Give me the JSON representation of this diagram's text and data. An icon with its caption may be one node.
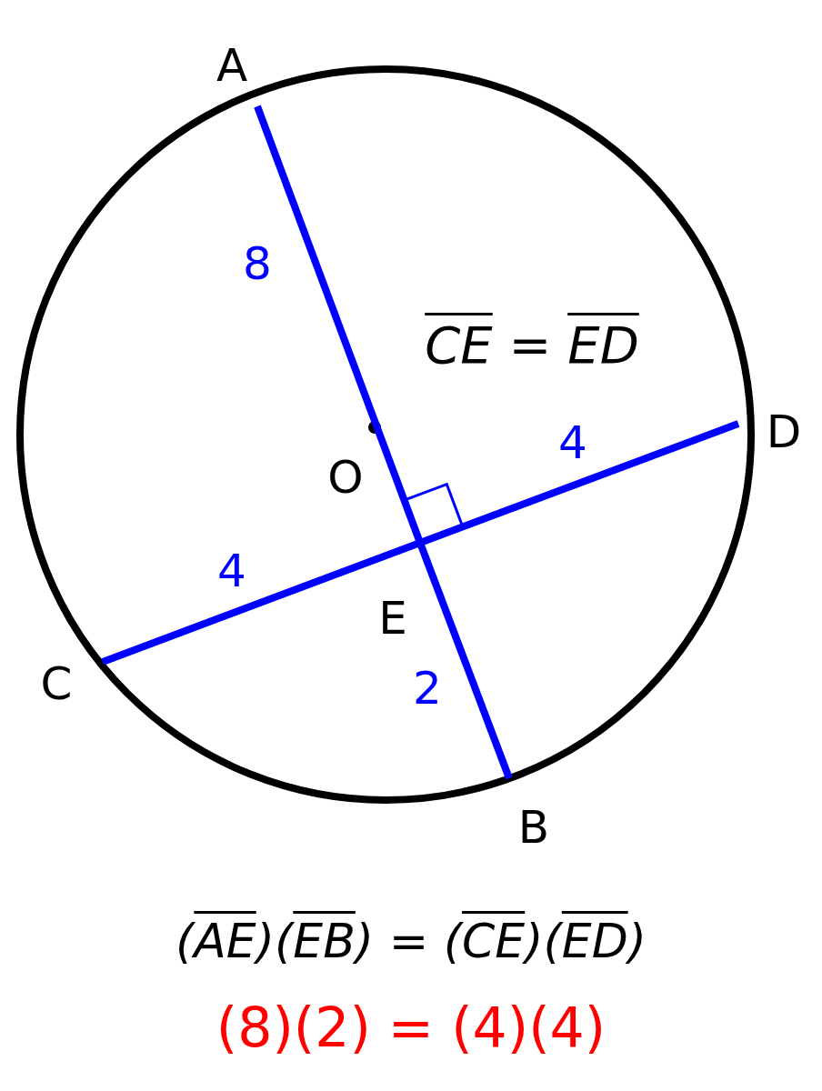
{
  "diagram": {
    "nodes": [
      {
        "text": [
          "A"
        ]
      },
      {
        "text": [
          "B"
        ]
      },
      {
        "text": [
          "C"
        ]
      },
      {
        "text": [
          "D"
        ]
      },
      {
        "text": [
          "E"
        ]
      }
    ],
    "edges": [
      {
        "from": 0,
        "to": 4,
        "arrow": "none",
        "label": "8"
      },
      {
        "from": 4,
        "to": 1,
        "arrow": "none",
        "label": "2"
      },
      {
        "from": 2,
        "to": 4,
        "arrow": "none",
        "label": "4"
      },
      {
        "from": 4,
        "to": 3,
        "arrow": "none",
        "label": "4"
      }
    ],
    "labels": [
      "O",
      "CE = ED",
      "(AE)(EB) = (CE)(ED)",
      "(8)(2) = (4)(4)"
    ]
  }
}
